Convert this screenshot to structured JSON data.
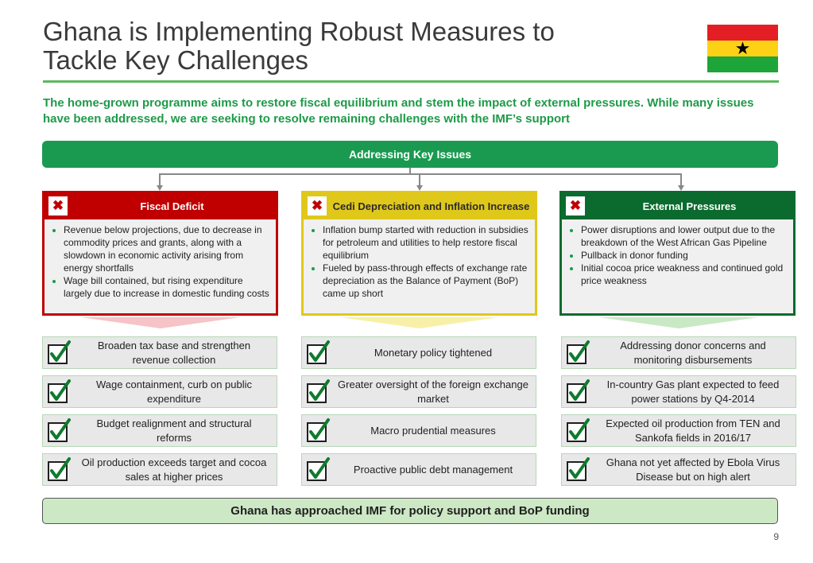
{
  "title_lines": [
    "Ghana is Implementing Robust Measures to",
    "Tackle Key Challenges"
  ],
  "subtitle": "The home-grown programme aims to restore fiscal equilibrium and stem the impact of external pressures. While many issues have been addressed, we are seeking to resolve remaining challenges with the IMF’s support",
  "banner": "Addressing Key Issues",
  "flag": {
    "colors": [
      "#e31e24",
      "#fcd116",
      "#1ea53a"
    ],
    "star": "★"
  },
  "issues": [
    {
      "heading": "Fiscal Deficit",
      "color": "#c00000",
      "bullets": [
        "Revenue below projections, due to decrease in commodity prices and grants, along with a slowdown in economic activity arising from energy shortfalls",
        "Wage bill contained, but rising expenditure largely due to increase in domestic funding costs"
      ]
    },
    {
      "heading": "Cedi Depreciation and Inflation Increase",
      "color": "#e0c81a",
      "bullets": [
        "Inflation bump started with reduction in subsidies for petroleum and utilities to help restore fiscal equilibrium",
        "Fueled by pass-through effects of exchange rate depreciation as the Balance of Payment (BoP) came up short"
      ]
    },
    {
      "heading": "External Pressures",
      "color": "#0b6b2e",
      "bullets": [
        "Power disruptions and lower output due to the breakdown of the West African Gas Pipeline",
        "Pullback in donor funding",
        "Initial cocoa price weakness and continued gold price weakness"
      ]
    }
  ],
  "x_icon": "✖",
  "solutions": [
    [
      "Broaden tax base and strengthen revenue collection",
      "Wage containment, curb on public expenditure",
      "Budget realignment and structural reforms",
      "Oil production exceeds target and cocoa sales at higher prices"
    ],
    [
      "Monetary policy tightened",
      "Greater oversight of the foreign exchange market",
      "Macro prudential measures",
      "Proactive public debt management"
    ],
    [
      "Addressing donor concerns and monitoring disbursements",
      "In-country Gas plant expected to feed power stations by Q4-2014",
      "Expected oil production from TEN and Sankofa fields in 2016/17",
      "Ghana not yet affected by Ebola Virus Disease but on high alert"
    ]
  ],
  "footer": "Ghana has approached IMF for policy support and BoP funding",
  "page_number": "9"
}
